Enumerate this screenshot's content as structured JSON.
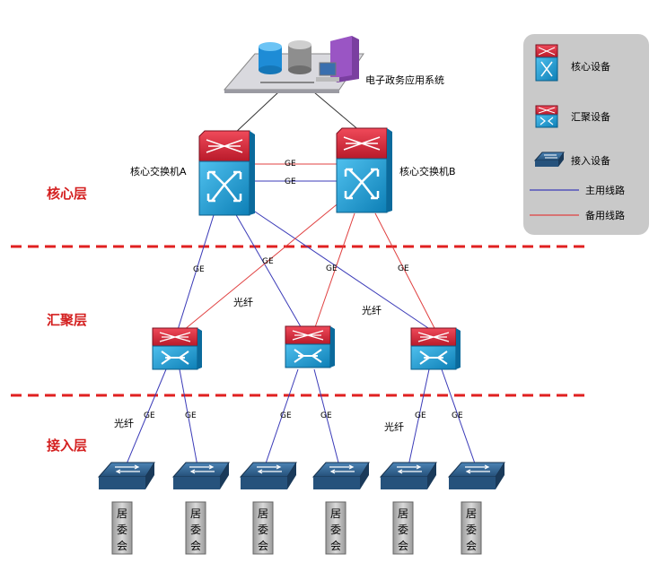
{
  "top_system": {
    "label": "电子政务应用系统"
  },
  "core_switches": [
    {
      "id": "core-a",
      "label": "核心交换机A"
    },
    {
      "id": "core-b",
      "label": "核心交换机B"
    }
  ],
  "core_interlinks": [
    "GE",
    "GE"
  ],
  "layers": [
    {
      "id": "core",
      "label": "核心层"
    },
    {
      "id": "aggregation",
      "label": "汇聚层"
    },
    {
      "id": "access",
      "label": "接入层"
    }
  ],
  "link_labels": {
    "ge": "GE",
    "fiber": "光纤"
  },
  "units": [
    {
      "id": "u1",
      "chars": [
        "居",
        "委",
        "会"
      ]
    },
    {
      "id": "u2",
      "chars": [
        "居",
        "委",
        "会"
      ]
    },
    {
      "id": "u3",
      "chars": [
        "居",
        "委",
        "会"
      ]
    },
    {
      "id": "u4",
      "chars": [
        "居",
        "委",
        "会"
      ]
    },
    {
      "id": "u5",
      "chars": [
        "居",
        "委",
        "会"
      ]
    },
    {
      "id": "u6",
      "chars": [
        "居",
        "委",
        "会"
      ]
    }
  ],
  "legend": {
    "core_device": "核心设备",
    "aggregation_device": "汇聚设备",
    "access_device": "接入设备",
    "primary_link": "主用线路",
    "backup_link": "备用线路"
  },
  "colors": {
    "primary_link": "#3b3bb8",
    "backup_link": "#e04040",
    "layer_divider": "#e02020",
    "layer_label": "#d42020",
    "legend_bg": "#c8c8c8",
    "switch_red": "#d8283a",
    "switch_blue": "#1596d0",
    "access_switch": "#2c5f8a"
  }
}
